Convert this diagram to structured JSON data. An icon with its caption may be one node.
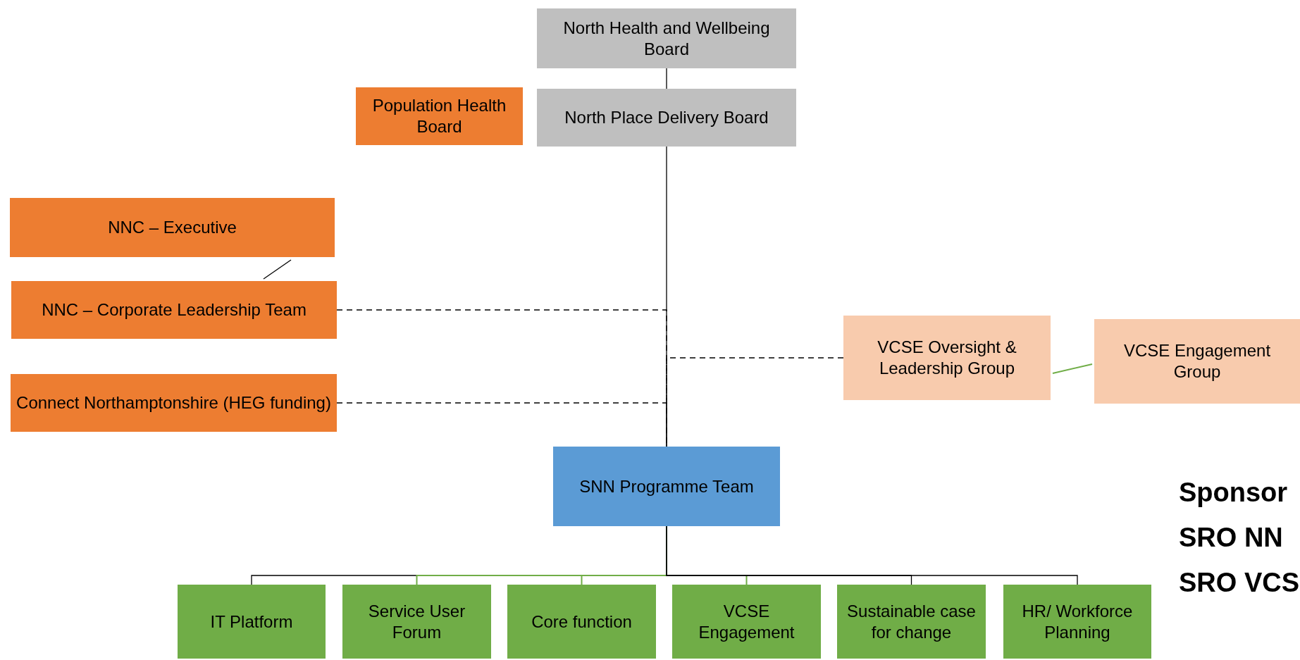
{
  "diagram": {
    "nodes": [
      {
        "text": [
          "North Health and Wellbeing Board"
        ]
      },
      {
        "text": [
          "North Place Delivery Board"
        ]
      },
      {
        "text": [
          "Population Health Board"
        ]
      },
      {
        "text": [
          "NNC – Executive"
        ]
      },
      {
        "text": [
          "NNC – Corporate Leadership Team"
        ]
      },
      {
        "text": [
          "Connect Northamptonshire (HEG funding)"
        ]
      },
      {
        "text": [
          "VCSE Oversight & Leadership Group"
        ]
      },
      {
        "text": [
          "VCSE Engagement Group"
        ]
      },
      {
        "text": [
          "SNN Programme Team"
        ]
      },
      {
        "text": [
          "IT Platform"
        ]
      },
      {
        "text": [
          "Service User Forum"
        ]
      },
      {
        "text": [
          "Core function"
        ]
      },
      {
        "text": [
          "VCSE Engagement"
        ]
      },
      {
        "text": [
          "Sustainable case for change"
        ]
      },
      {
        "text": [
          "HR/ Workforce Planning"
        ]
      }
    ],
    "edges": [
      {
        "from": 0,
        "to": 1,
        "arrow": "none"
      },
      {
        "from": 1,
        "to": 8,
        "arrow": "none"
      },
      {
        "from": 3,
        "to": 4,
        "arrow": "none"
      },
      {
        "from": 4,
        "to": 8,
        "arrow": "none",
        "style": "dashed"
      },
      {
        "from": 5,
        "to": 8,
        "arrow": "none",
        "style": "dashed"
      },
      {
        "from": 6,
        "to": 8,
        "arrow": "none",
        "style": "dashed"
      },
      {
        "from": 6,
        "to": 7,
        "arrow": "none",
        "color": "#70ad47"
      },
      {
        "from": 8,
        "to": 9,
        "arrow": "none"
      },
      {
        "from": 8,
        "to": 10,
        "arrow": "none",
        "color": "#70ad47"
      },
      {
        "from": 8,
        "to": 11,
        "arrow": "none",
        "color": "#70ad47"
      },
      {
        "from": 8,
        "to": 12,
        "arrow": "none",
        "color": "#70ad47"
      },
      {
        "from": 8,
        "to": 13,
        "arrow": "none"
      },
      {
        "from": 8,
        "to": 14,
        "arrow": "none"
      }
    ],
    "labels": [
      "Sponsor",
      "SRO NN",
      "SRO VCS"
    ]
  }
}
